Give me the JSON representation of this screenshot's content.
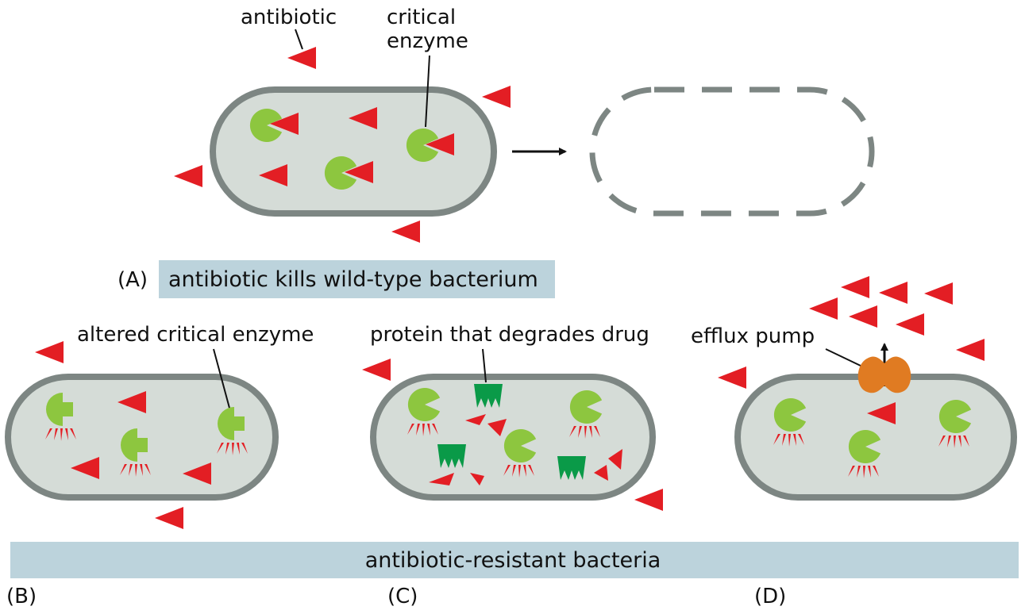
{
  "panels": {
    "a": {
      "letter": "(A)",
      "caption": "antibiotic kills wild-type bacterium",
      "label_antibiotic": "antibiotic",
      "label_enzyme_line1": "critical",
      "label_enzyme_line2": "enzyme"
    },
    "b": {
      "letter": "(B)",
      "label": "altered critical enzyme"
    },
    "c": {
      "letter": "(C)",
      "label": "protein that degrades drug"
    },
    "d": {
      "letter": "(D)",
      "label": "efflux pump"
    }
  },
  "shared_caption": "antibiotic-resistant bacteria",
  "colors": {
    "antibiotic": "#e31e24",
    "enzyme": "#8dc63f",
    "degrading_protein": "#0a9a48",
    "pump": "#e07b22",
    "cell_fill": "#d5dcd7",
    "cell_wall": "#7d8683",
    "banner": "#bcd3dc"
  }
}
